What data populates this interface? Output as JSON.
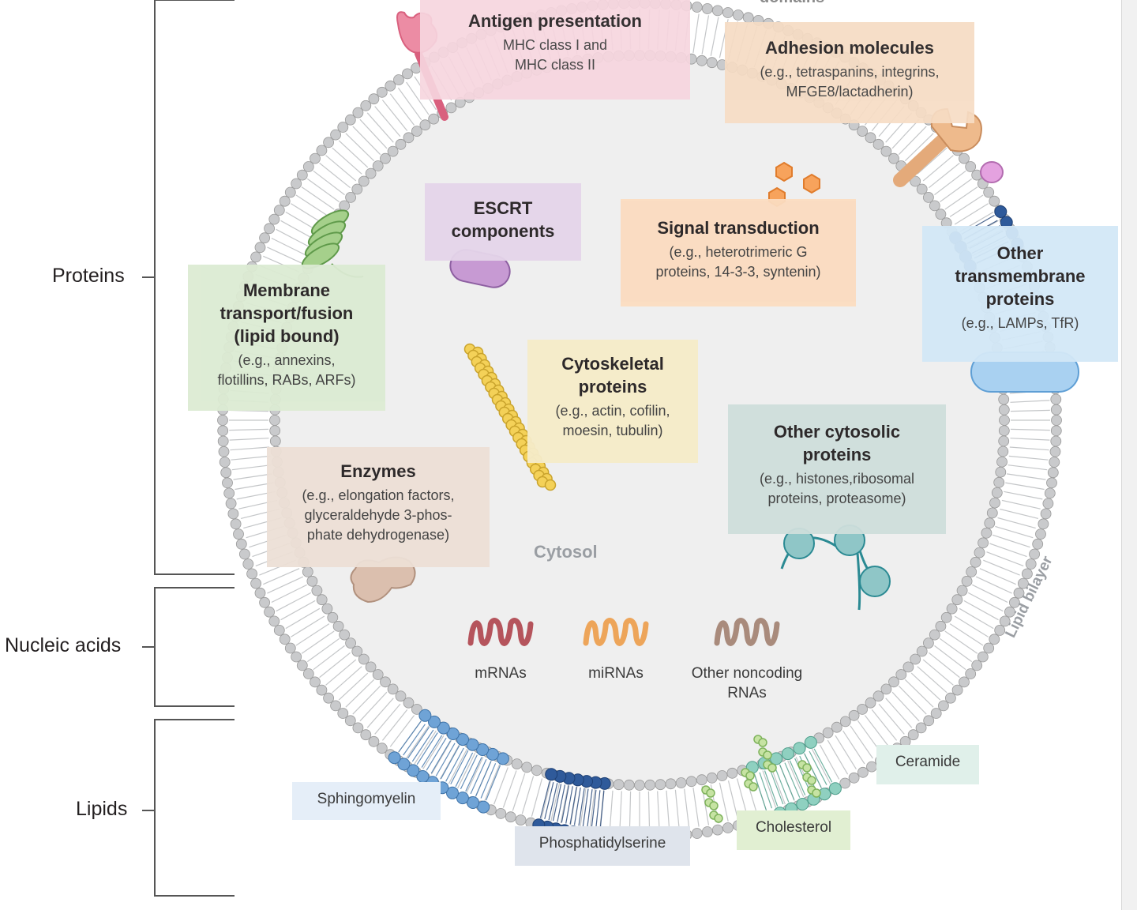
{
  "categories": {
    "proteins": "Proteins",
    "nucleic_acids": "Nucleic acids",
    "lipids": "Lipids"
  },
  "top_cut_text": "domains",
  "boxes": {
    "antigen": {
      "title": "Antigen presentation",
      "subtitle_lines": [
        "MHC class I and",
        "MHC class II"
      ]
    },
    "adhesion": {
      "title": "Adhesion molecules",
      "subtitle_lines": [
        "(e.g., tetraspanins, integrins,",
        "MFGE8/lactadherin)"
      ]
    },
    "escrt": {
      "title_lines": [
        "ESCRT",
        "components"
      ]
    },
    "signal": {
      "title": "Signal transduction",
      "subtitle_lines": [
        "(e.g., heterotrimeric G",
        "proteins, 14-3-3, syntenin)"
      ]
    },
    "transmembrane": {
      "title_lines": [
        "Other",
        "transmembrane",
        "proteins"
      ],
      "subtitle_lines": [
        "(e.g., LAMPs, TfR)"
      ]
    },
    "membrane_transport": {
      "title_lines": [
        "Membrane",
        "transport/fusion",
        "(lipid bound)"
      ],
      "subtitle_lines": [
        "(e.g., annexins,",
        "flotillins, RABs, ARFs)"
      ]
    },
    "cytoskeletal": {
      "title_lines": [
        "Cytoskeletal",
        "proteins"
      ],
      "subtitle_lines": [
        "(e.g., actin, cofilin,",
        "moesin, tubulin)"
      ]
    },
    "other_cytosolic": {
      "title_lines": [
        "Other cytosolic",
        "proteins"
      ],
      "subtitle_lines": [
        "(e.g., histones,ribosomal",
        "proteins, proteasome)"
      ]
    },
    "enzymes": {
      "title": "Enzymes",
      "subtitle_lines": [
        "(e.g., elongation factors,",
        "glyceraldehyde 3-phos-",
        "phate dehydrogenase)"
      ]
    }
  },
  "cytosol_label": "Cytosol",
  "bilayer_label": "Lipid bilayer",
  "rnas": {
    "mrna": {
      "label": "mRNAs"
    },
    "mirna": {
      "label": "miRNAs"
    },
    "other": {
      "label_lines": [
        "Other noncoding",
        "RNAs"
      ]
    }
  },
  "lipids": {
    "sphingomyelin": "Sphingomyelin",
    "phosphatidylserine": "Phosphatidylserine",
    "cholesterol": "Cholesterol",
    "ceramide": "Ceramide"
  },
  "colors": {
    "antigen_bg": "#f7d6df",
    "adhesion_bg": "#f6dcc4",
    "escrt_bg": "#e5d5ea",
    "signal_bg": "#fbdcc0",
    "transmembrane_bg": "#d3e8f7",
    "transport_bg": "#dcebd3",
    "cytoskeletal_bg": "#f6ecc9",
    "cytosolic_bg": "#cfdfdc",
    "enzymes_bg": "#ede0d6",
    "sphingomyelin_bg": "#e5eef8",
    "phosphatidylserine_bg": "#dfe4ec",
    "cholesterol_bg": "#e1efd2",
    "ceramide_bg": "#e0f0ea",
    "cytosol_fill": "#efefef",
    "head_gray": "#c9cacc",
    "head_stroke": "#9a9a9a",
    "mrna": "#b5545c",
    "mirna": "#eda55a",
    "other_rna": "#a98b7c"
  }
}
